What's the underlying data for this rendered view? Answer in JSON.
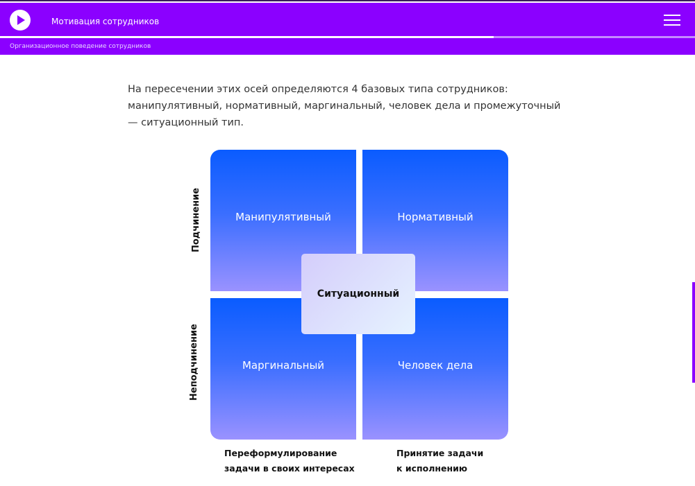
{
  "header": {
    "title": "Мотивация сотрудников",
    "subtitle": "Организационное поведение сотрудников",
    "progress_percent": 71
  },
  "content": {
    "paragraph": "На пересечении этих осей определяются 4 базовых типа сотрудников: манипулятивный, нормативный, маргинальный, человек дела и промежуточный — ситуационный тип."
  },
  "matrix": {
    "quadrants": [
      "Манипулятивный",
      "Нормативный",
      "Маргинальный",
      "Человек дела"
    ],
    "center": "Ситуационный",
    "y_axis": [
      "Подчинение",
      "Неподчинение"
    ],
    "x_axis": [
      [
        "Переформулирование",
        "задачи в своих интересах"
      ],
      [
        "Принятие задачи",
        "к исполнению"
      ]
    ]
  }
}
